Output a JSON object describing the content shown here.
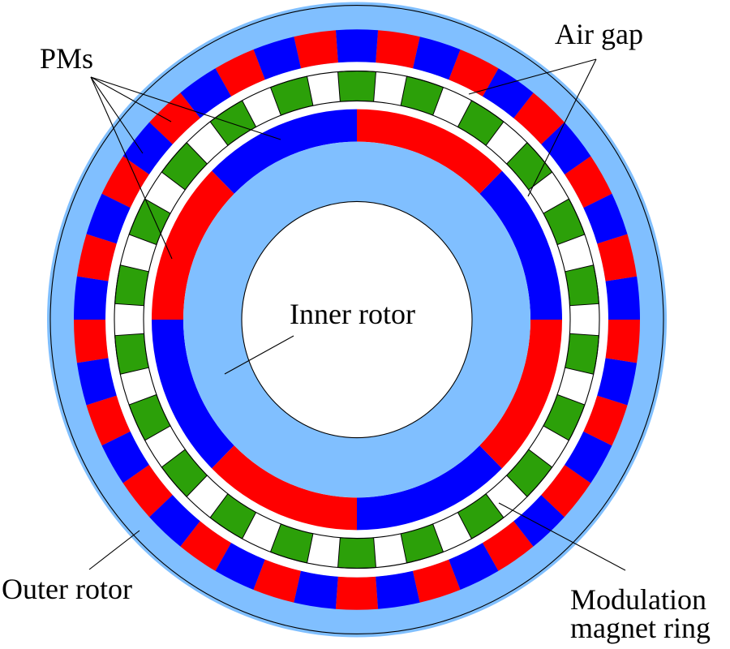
{
  "colors": {
    "rotor_iron": "#80bfff",
    "pm_north": "#ff0000",
    "pm_south": "#0000ff",
    "modulator_steel": "#2ca009",
    "modulator_gap": "#ffffff",
    "background": "#ffffff"
  },
  "machine": {
    "outer_rotor_pm_count": 42,
    "modulation_piece_count": 22,
    "inner_rotor_pm_count": 8
  },
  "labels": {
    "pms": "PMs",
    "air_gap": "Air gap",
    "inner_rotor": "Inner rotor",
    "outer_rotor": "Outer rotor",
    "modulation_line1": "Modulation",
    "modulation_line2": "magnet ring"
  }
}
